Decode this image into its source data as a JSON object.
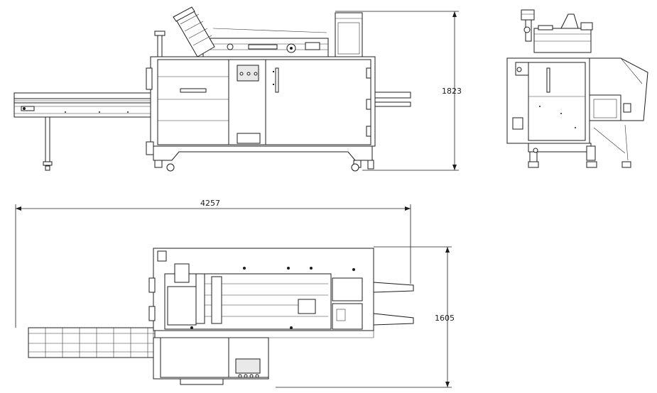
{
  "dimensions": {
    "height": "1823",
    "length": "4257",
    "width": "1605"
  },
  "views": {
    "front": "front-elevation",
    "side": "side-elevation",
    "top": "plan-view"
  },
  "colors": {
    "line": "#1c1c1c",
    "background": "#ffffff",
    "panel_shade": "#e9e9e9"
  }
}
